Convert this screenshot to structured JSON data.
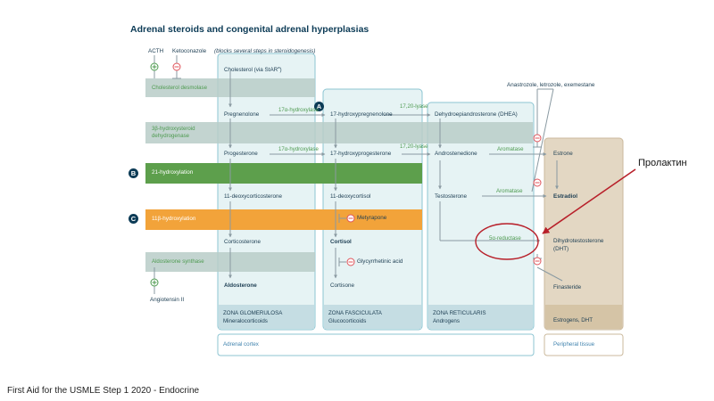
{
  "title": "Adrenal steroids and congenital adrenal hyperplasias",
  "regulators": {
    "acth": "ACTH",
    "ketoconazole": "Ketoconazole",
    "ketoconazole_note": "(blocks several steps in steroidogenesis)",
    "angiotensin": "Angiotensin II",
    "aromatase_inhibitors": "Anastrozole, letrozole, exemestane",
    "metyrapone": "Metyrapone",
    "glycyrrhetinic": "Glycyrrhetinic acid",
    "finasteride": "Finasteride"
  },
  "enzyme_bands": {
    "desmolase": "Cholesterol desmolase",
    "hsd_line1": "3β-hydroxysteroid",
    "hsd_line2": "dehydrogenase",
    "hydroxylase21": "21-hydroxylation",
    "hydroxylase11": "11β-hydroxylation",
    "aldosterone_synthase": "Aldosterone synthase"
  },
  "markers": {
    "a": "A",
    "b": "B",
    "c": "C"
  },
  "enzymes": {
    "alpha17_1": "17α-hydroxylase",
    "alpha17_2": "17α-hydroxylase",
    "lyase1": "17,20-lyase",
    "lyase2": "17,20-lyase",
    "aromatase1": "Aromatase",
    "aromatase2": "Aromatase",
    "reductase": "5α-reductase"
  },
  "steroids": {
    "cholesterol": "Cholesterol (via StAR",
    "cholesterol_sup": "a",
    "cholesterol_close": ")",
    "pregnenolone": "Pregnenolone",
    "hydroxypregnenolone": "17-hydroxypregnenolone",
    "dhea": "Dehydroepiandrosterone (DHEA)",
    "progesterone": "Progesterone",
    "hydroxyprogesterone": "17-hydroxyprogesterone",
    "androstenedione": "Androstenedione",
    "estrone": "Estrone",
    "deoxycorticosterone": "11-deoxycorticosterone",
    "deoxycortisol": "11-deoxycortisol",
    "testosterone": "Testosterone",
    "estradiol": "Estradiol",
    "corticosterone": "Corticosterone",
    "cortisol": "Cortisol",
    "dht_line1": "Dihydrotestosterone",
    "dht_line2": "(DHT)",
    "aldosterone": "Aldosterone",
    "cortisone": "Cortisone"
  },
  "zones": {
    "glomerulosa": "ZONA GLOMERULOSA",
    "glomerulosa_product": "Mineralocorticoids",
    "fasciculata": "ZONA FASCICULATA",
    "fasciculata_product": "Glucocorticoids",
    "reticularis": "ZONA RETICULARIS",
    "reticularis_product": "Androgens",
    "peripheral_product": "Estrogens, DHT"
  },
  "footer": {
    "adrenal_cortex": "Adrenal cortex",
    "peripheral_tissue": "Peripheral tissue"
  },
  "annotation": {
    "label": "Пролактин"
  },
  "source": "First Aid for the USMLE Step 1 2020 - Endocrine",
  "colors": {
    "navy": "#0c3b56",
    "zone_fill": "#e6f3f4",
    "zone_border": "#8cc4d2",
    "band_grey": "#b8ccc8",
    "band_green": "#5d9f4c",
    "band_orange": "#f2a33a",
    "peripheral_fill": "#e3d7c3",
    "enzyme_green": "#4d9a4f",
    "inhibitor_red": "#e0535a",
    "prolactin_arrow": "#b8202a"
  }
}
